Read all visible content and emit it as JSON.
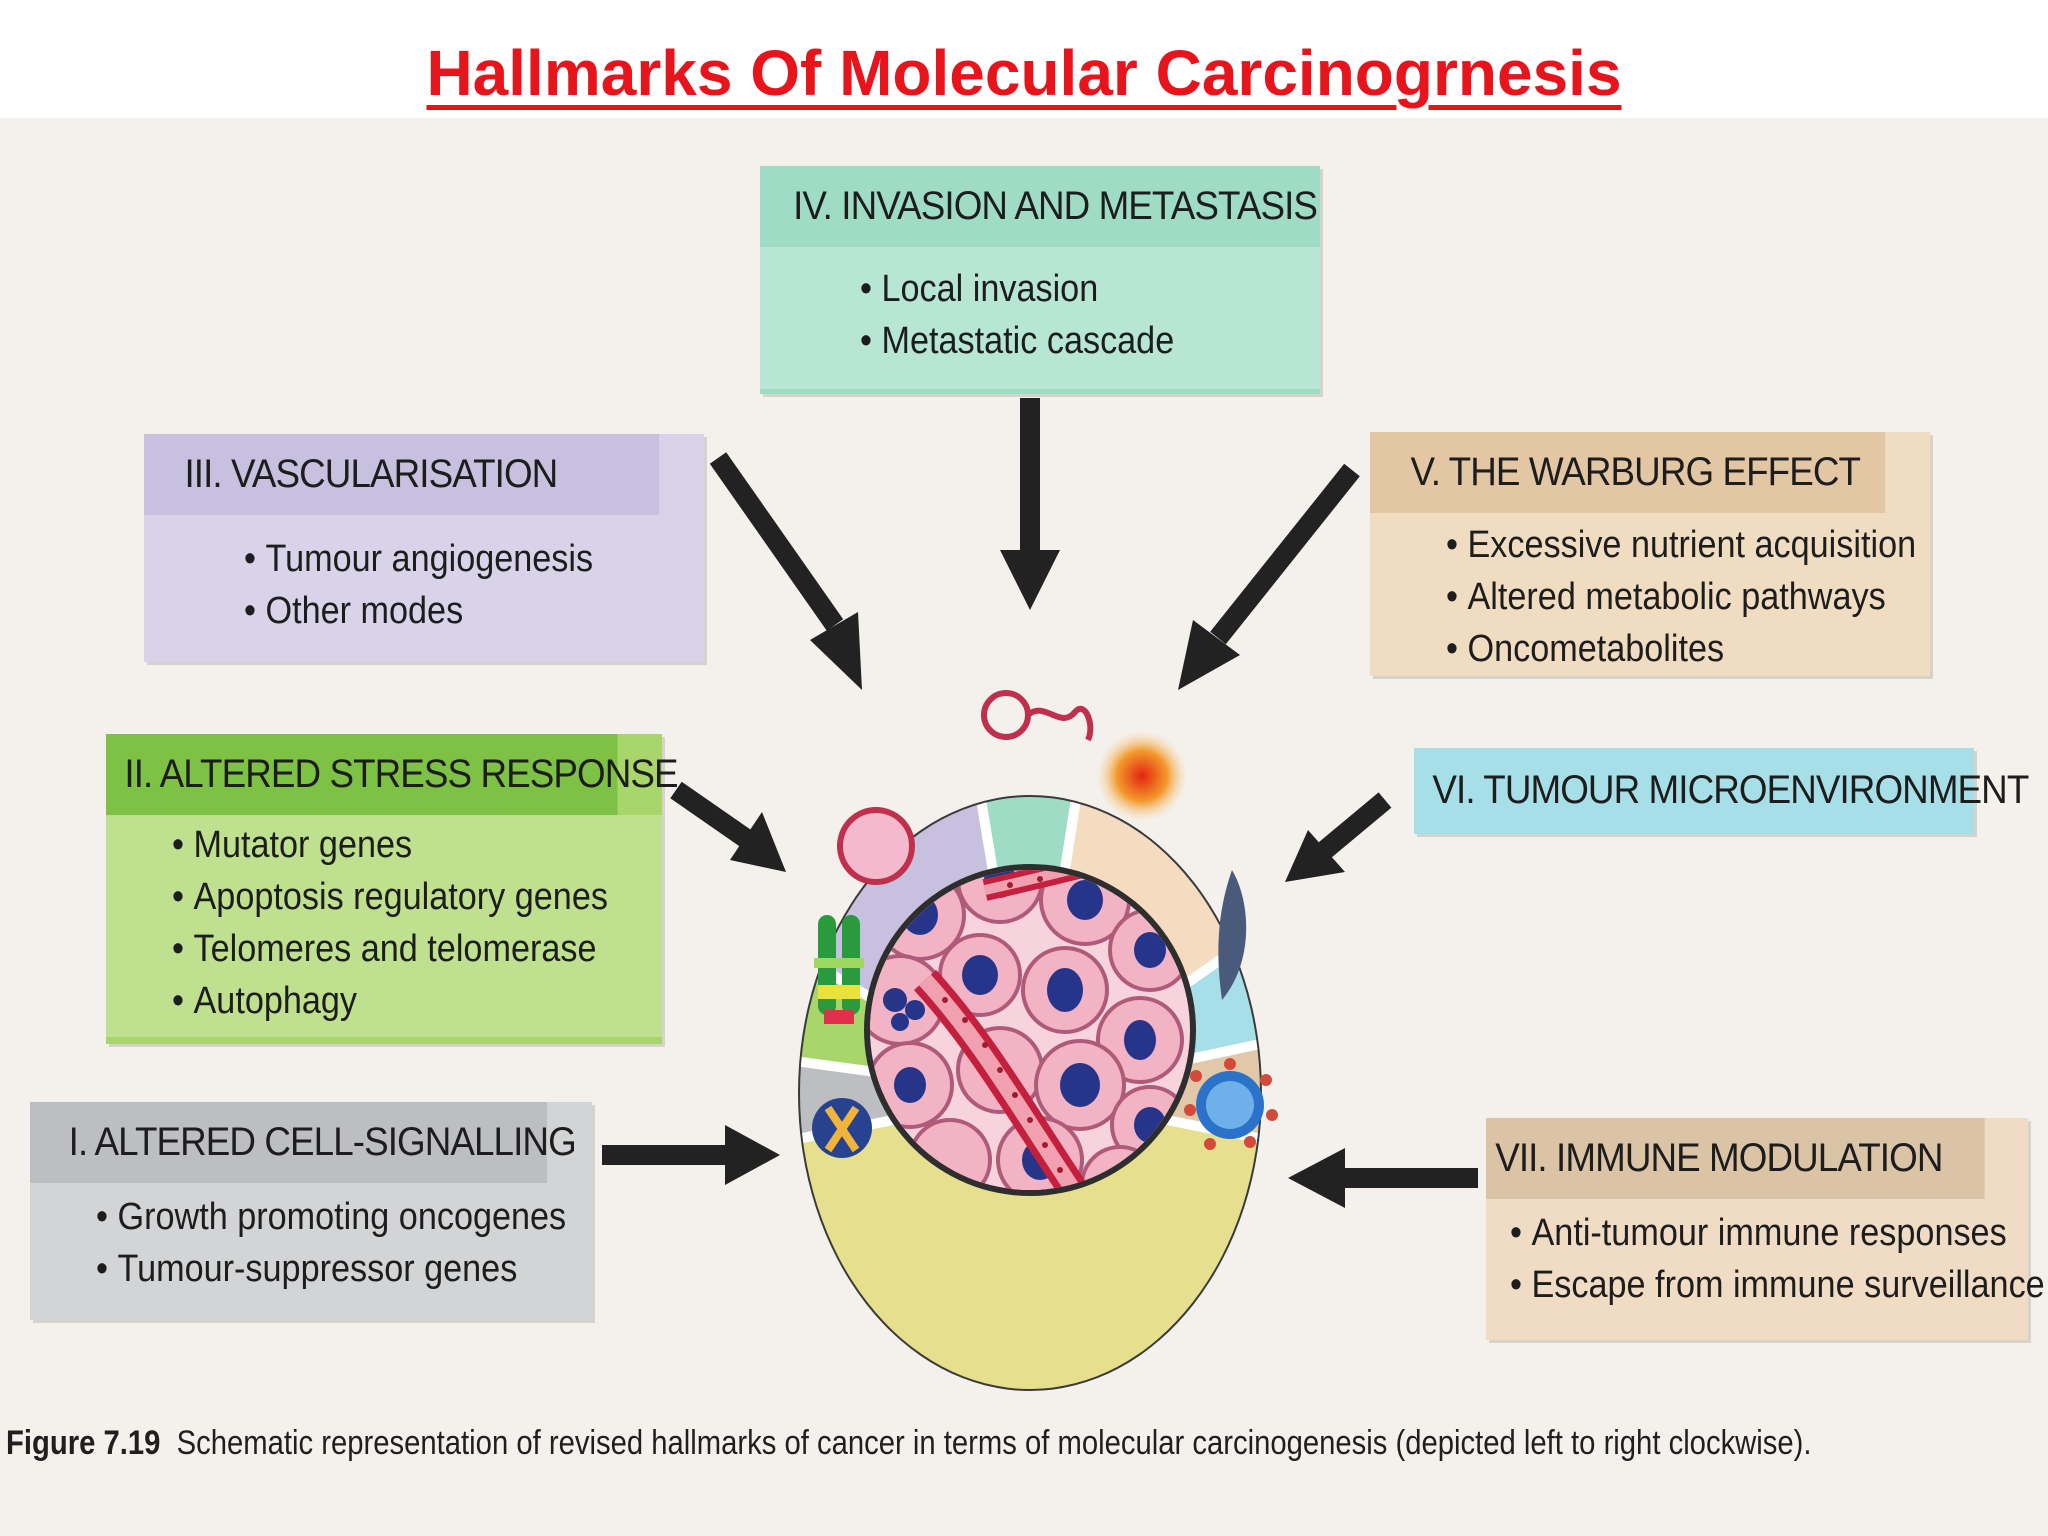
{
  "title": "Hallmarks Of Molecular Carcinogrnesis",
  "hallmarks": {
    "invasion": {
      "heading": "IV. INVASION AND METASTASIS",
      "items": [
        "Local invasion",
        "Metastatic cascade"
      ]
    },
    "vascularisation": {
      "heading": "III. VASCULARISATION",
      "items": [
        "Tumour angiogenesis",
        "Other modes"
      ]
    },
    "warburg": {
      "heading": "V. THE WARBURG EFFECT",
      "items": [
        "Excessive nutrient acquisition",
        "Altered metabolic pathways",
        "Oncometabolites"
      ]
    },
    "microenvironment": {
      "heading": "VI. TUMOUR MICROENVIRONMENT"
    },
    "stress": {
      "heading": "II. ALTERED STRESS RESPONSE",
      "items": [
        "Mutator genes",
        "Apoptosis regulatory genes",
        "Telomeres and telomerase",
        "Autophagy"
      ]
    },
    "signalling": {
      "heading": "I. ALTERED CELL-SIGNALLING",
      "items": [
        "Growth promoting oncogenes",
        "Tumour-suppressor genes"
      ]
    },
    "immune": {
      "heading": "VII. IMMUNE MODULATION",
      "items": [
        "Anti-tumour immune responses",
        "Escape from immune surveillance"
      ]
    }
  },
  "caption": {
    "label": "Figure 7.19",
    "text": "Schematic representation of revised hallmarks of cancer in terms of molecular carcinogenesis (depicted left to right clockwise)."
  },
  "colors": {
    "title": "#e8141c",
    "invasion": "#9fdcc6",
    "vascularisation": "#c7c0de",
    "warburg": "#e3c7a4",
    "microenvironment": "#a6dfe8",
    "stress": "#7dc245",
    "signalling": "#bcbec1",
    "immune": "#dbc4a6",
    "segment_bottom": "#e6e08e",
    "cell": "#f2b3c4",
    "nucleus": "#26358a"
  }
}
